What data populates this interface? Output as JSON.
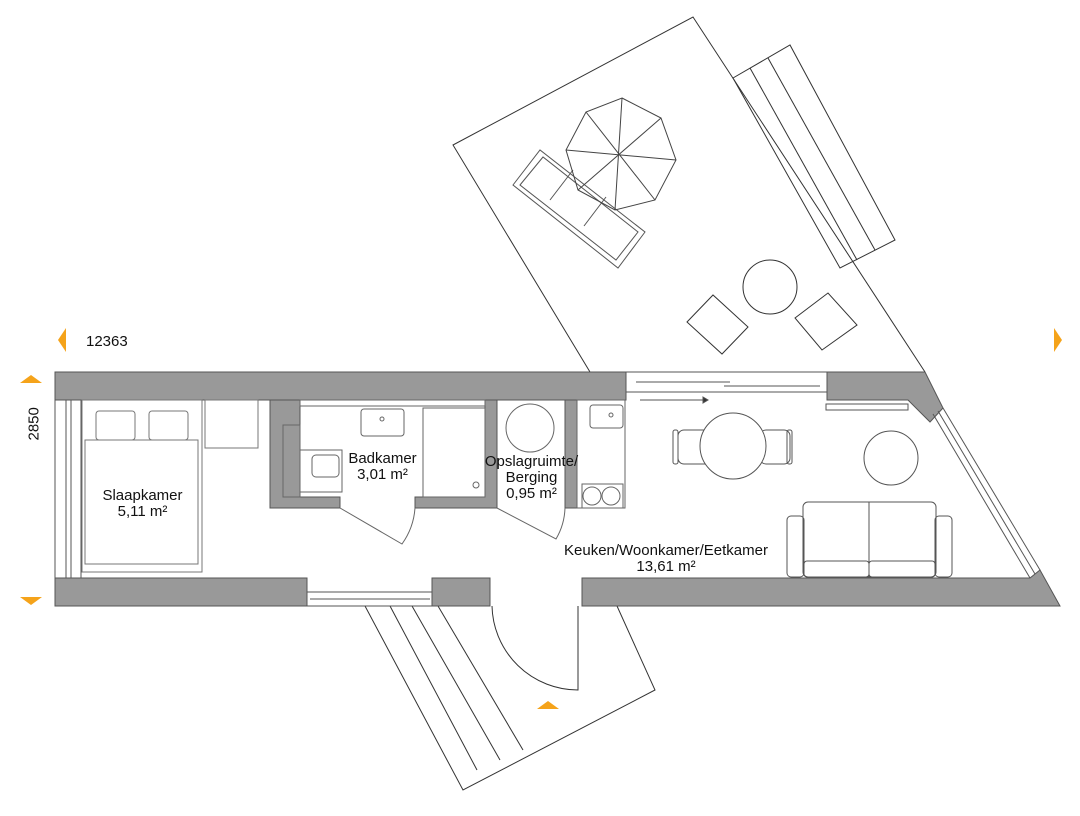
{
  "dimensions": {
    "length": "12363",
    "width": "2850"
  },
  "rooms": [
    {
      "name": "Slaapkamer",
      "area": "5,11 m²"
    },
    {
      "name": "Badkamer",
      "area": "3,01 m²"
    },
    {
      "name": "Opslagruimte/ Berging",
      "area": "0,95 m²"
    },
    {
      "name": "Keuken/Woonkamer/Eetkamer",
      "area": "13,61 m²"
    }
  ],
  "colors": {
    "wall": "#999999",
    "accent": "#F5A31A",
    "line": "#333333"
  }
}
